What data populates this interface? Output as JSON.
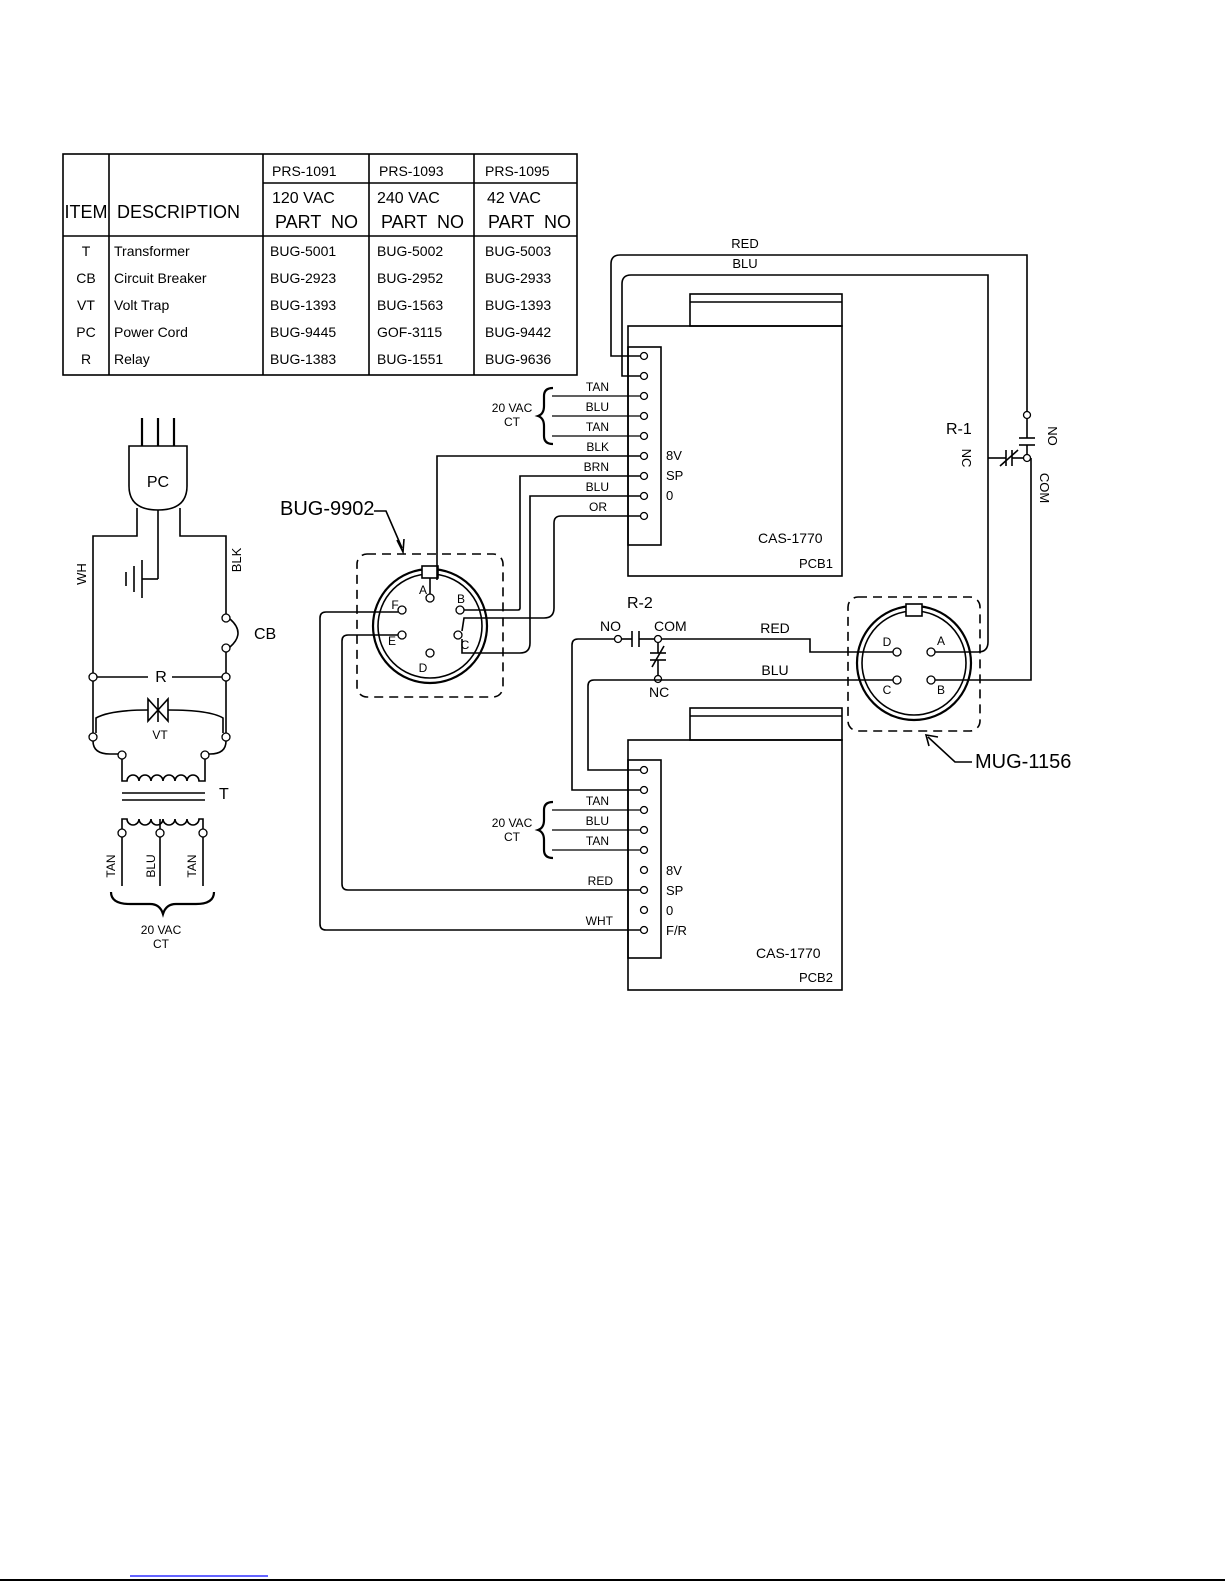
{
  "parts_table": {
    "header_item": "ITEM",
    "header_description": "DESCRIPTION",
    "models": [
      {
        "model": "PRS-1091",
        "voltage": "120 VAC",
        "part_no": "PART  NO"
      },
      {
        "model": "PRS-1093",
        "voltage": "240 VAC",
        "part_no": "PART  NO"
      },
      {
        "model": "PRS-1095",
        "voltage": "42 VAC",
        "part_no": "PART  NO"
      }
    ],
    "rows": [
      {
        "item": "T",
        "description": "Transformer",
        "parts": [
          "BUG-5001",
          "BUG-5002",
          "BUG-5003"
        ]
      },
      {
        "item": "CB",
        "description": "Circuit Breaker",
        "parts": [
          "BUG-2923",
          "BUG-2952",
          "BUG-2933"
        ]
      },
      {
        "item": "VT",
        "description": "Volt Trap",
        "parts": [
          "BUG-1393",
          "BUG-1563",
          "BUG-1393"
        ]
      },
      {
        "item": "PC",
        "description": "Power Cord",
        "parts": [
          "BUG-9445",
          "GOF-3115",
          "BUG-9442"
        ]
      },
      {
        "item": "R",
        "description": "Relay",
        "parts": [
          "BUG-1383",
          "BUG-1551",
          "BUG-9636"
        ]
      }
    ]
  },
  "power_supply": {
    "pc": "PC",
    "wh": "WH",
    "blk": "BLK",
    "cb": "CB",
    "r": "R",
    "vt": "VT",
    "t": "T",
    "tan1": "TAN",
    "blu": "BLU",
    "tan2": "TAN",
    "output_line1": "20 VAC",
    "output_line2": "CT"
  },
  "bug_9902": {
    "label": "BUG-9902",
    "pins": {
      "a": "A",
      "b": "B",
      "c": "C",
      "d": "D",
      "e": "E",
      "f": "F"
    }
  },
  "mug_1156": {
    "label": "MUG-1156",
    "pins": {
      "a": "A",
      "b": "B",
      "c": "C",
      "d": "D"
    }
  },
  "pcb1": {
    "model": "CAS-1770",
    "name": "PCB1",
    "input_line1": "20 VAC",
    "input_line2": "CT",
    "wires": [
      "TAN",
      "BLU",
      "TAN",
      "BLK",
      "BRN",
      "BLU",
      "OR"
    ],
    "terminals": [
      "8V",
      "SP",
      "0"
    ]
  },
  "pcb2": {
    "model": "CAS-1770",
    "name": "PCB2",
    "input_line1": "20 VAC",
    "input_line2": "CT",
    "wires": [
      "TAN",
      "BLU",
      "TAN",
      "RED",
      "WHT"
    ],
    "terminals": [
      "8V",
      "SP",
      "0",
      "F/R"
    ]
  },
  "relay_r1": {
    "label": "R-1",
    "nc": "NC",
    "no": "NO",
    "com": "COM"
  },
  "relay_r2": {
    "label": "R-2",
    "no": "NO",
    "com": "COM",
    "nc": "NC"
  },
  "top_wires": {
    "red": "RED",
    "blu": "BLU"
  },
  "mid_wires": {
    "red": "RED",
    "blu": "BLU"
  }
}
